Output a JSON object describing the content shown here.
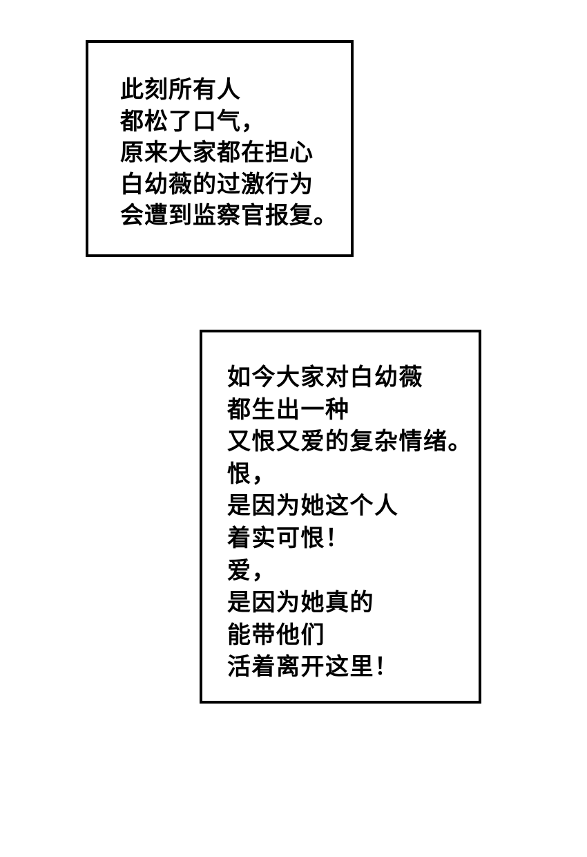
{
  "captions": [
    {
      "lines": [
        "此刻所有人",
        "都松了口气，",
        "原来大家都在担心",
        "白幼薇的过激行为",
        "会遭到监察官报复。"
      ]
    },
    {
      "lines": [
        "如今大家对白幼薇",
        "都生出一种",
        "又恨又爱的复杂情绪。",
        "恨，",
        "是因为她这个人",
        "着实可恨！",
        "爱，",
        "是因为她真的",
        "能带他们",
        "活着离开这里！"
      ]
    }
  ]
}
